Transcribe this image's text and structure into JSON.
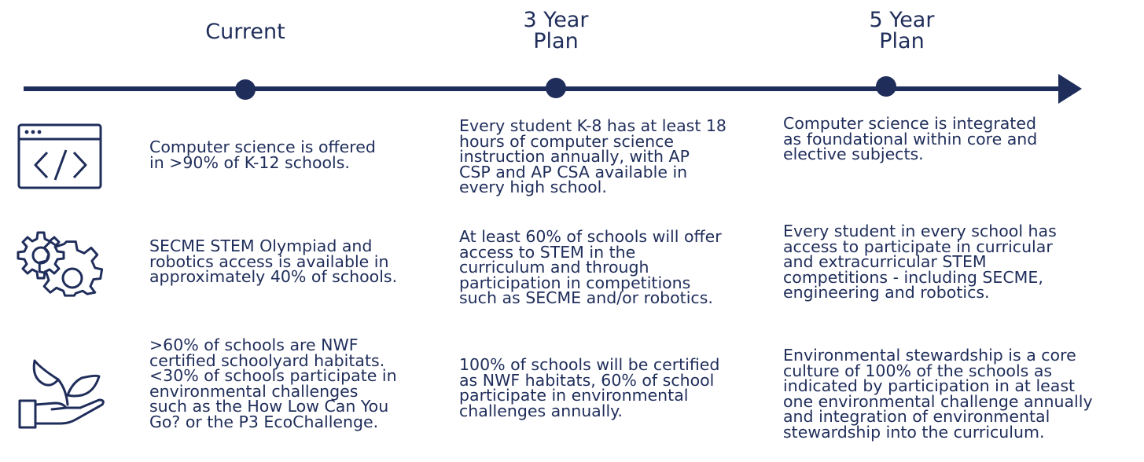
{
  "colors": {
    "primary": "#1f2d5a",
    "background": "#ffffff"
  },
  "stages": [
    {
      "heading": "Current"
    },
    {
      "heading": "3 Year\nPlan"
    },
    {
      "heading": "5 Year\nPlan"
    }
  ],
  "rows": [
    {
      "icon": "code-window-icon",
      "cells": [
        "Computer science is offered\nin >90% of K-12 schools.",
        "Every student K-8 has at least 18\nhours of computer science\ninstruction annually, with AP\nCSP and AP CSA available in\nevery high school.",
        "Computer science is integrated\nas foundational within core and\nelective subjects."
      ]
    },
    {
      "icon": "gears-icon",
      "cells": [
        "SECME STEM Olympiad and\nrobotics access is available in\napproximately 40% of schools.",
        "At least 60% of schools will offer\naccess to STEM in the\ncurriculum and through\nparticipation in competitions\nsuch as SECME and/or robotics.",
        "Every student in every school has\naccess to participate in curricular\nand extracurricular STEM\ncompetitions - including SECME,\nengineering and robotics."
      ]
    },
    {
      "icon": "hand-plant-icon",
      "cells": [
        ">60% of schools are NWF\ncertified schoolyard habitats.\n<30% of schools participate in\nenvironmental challenges\nsuch as the How Low Can You\nGo? or the P3 EcoChallenge.",
        "100% of schools will be certified\nas NWF habitats, 60% of school\nparticipate in environmental\nchallenges annually.",
        "Environmental stewardship is a core\nculture of 100% of the schools as\nindicated by participation in at least\none environmental challenge annually\nand integration of environmental\nstewardship into the curriculum."
      ]
    }
  ]
}
